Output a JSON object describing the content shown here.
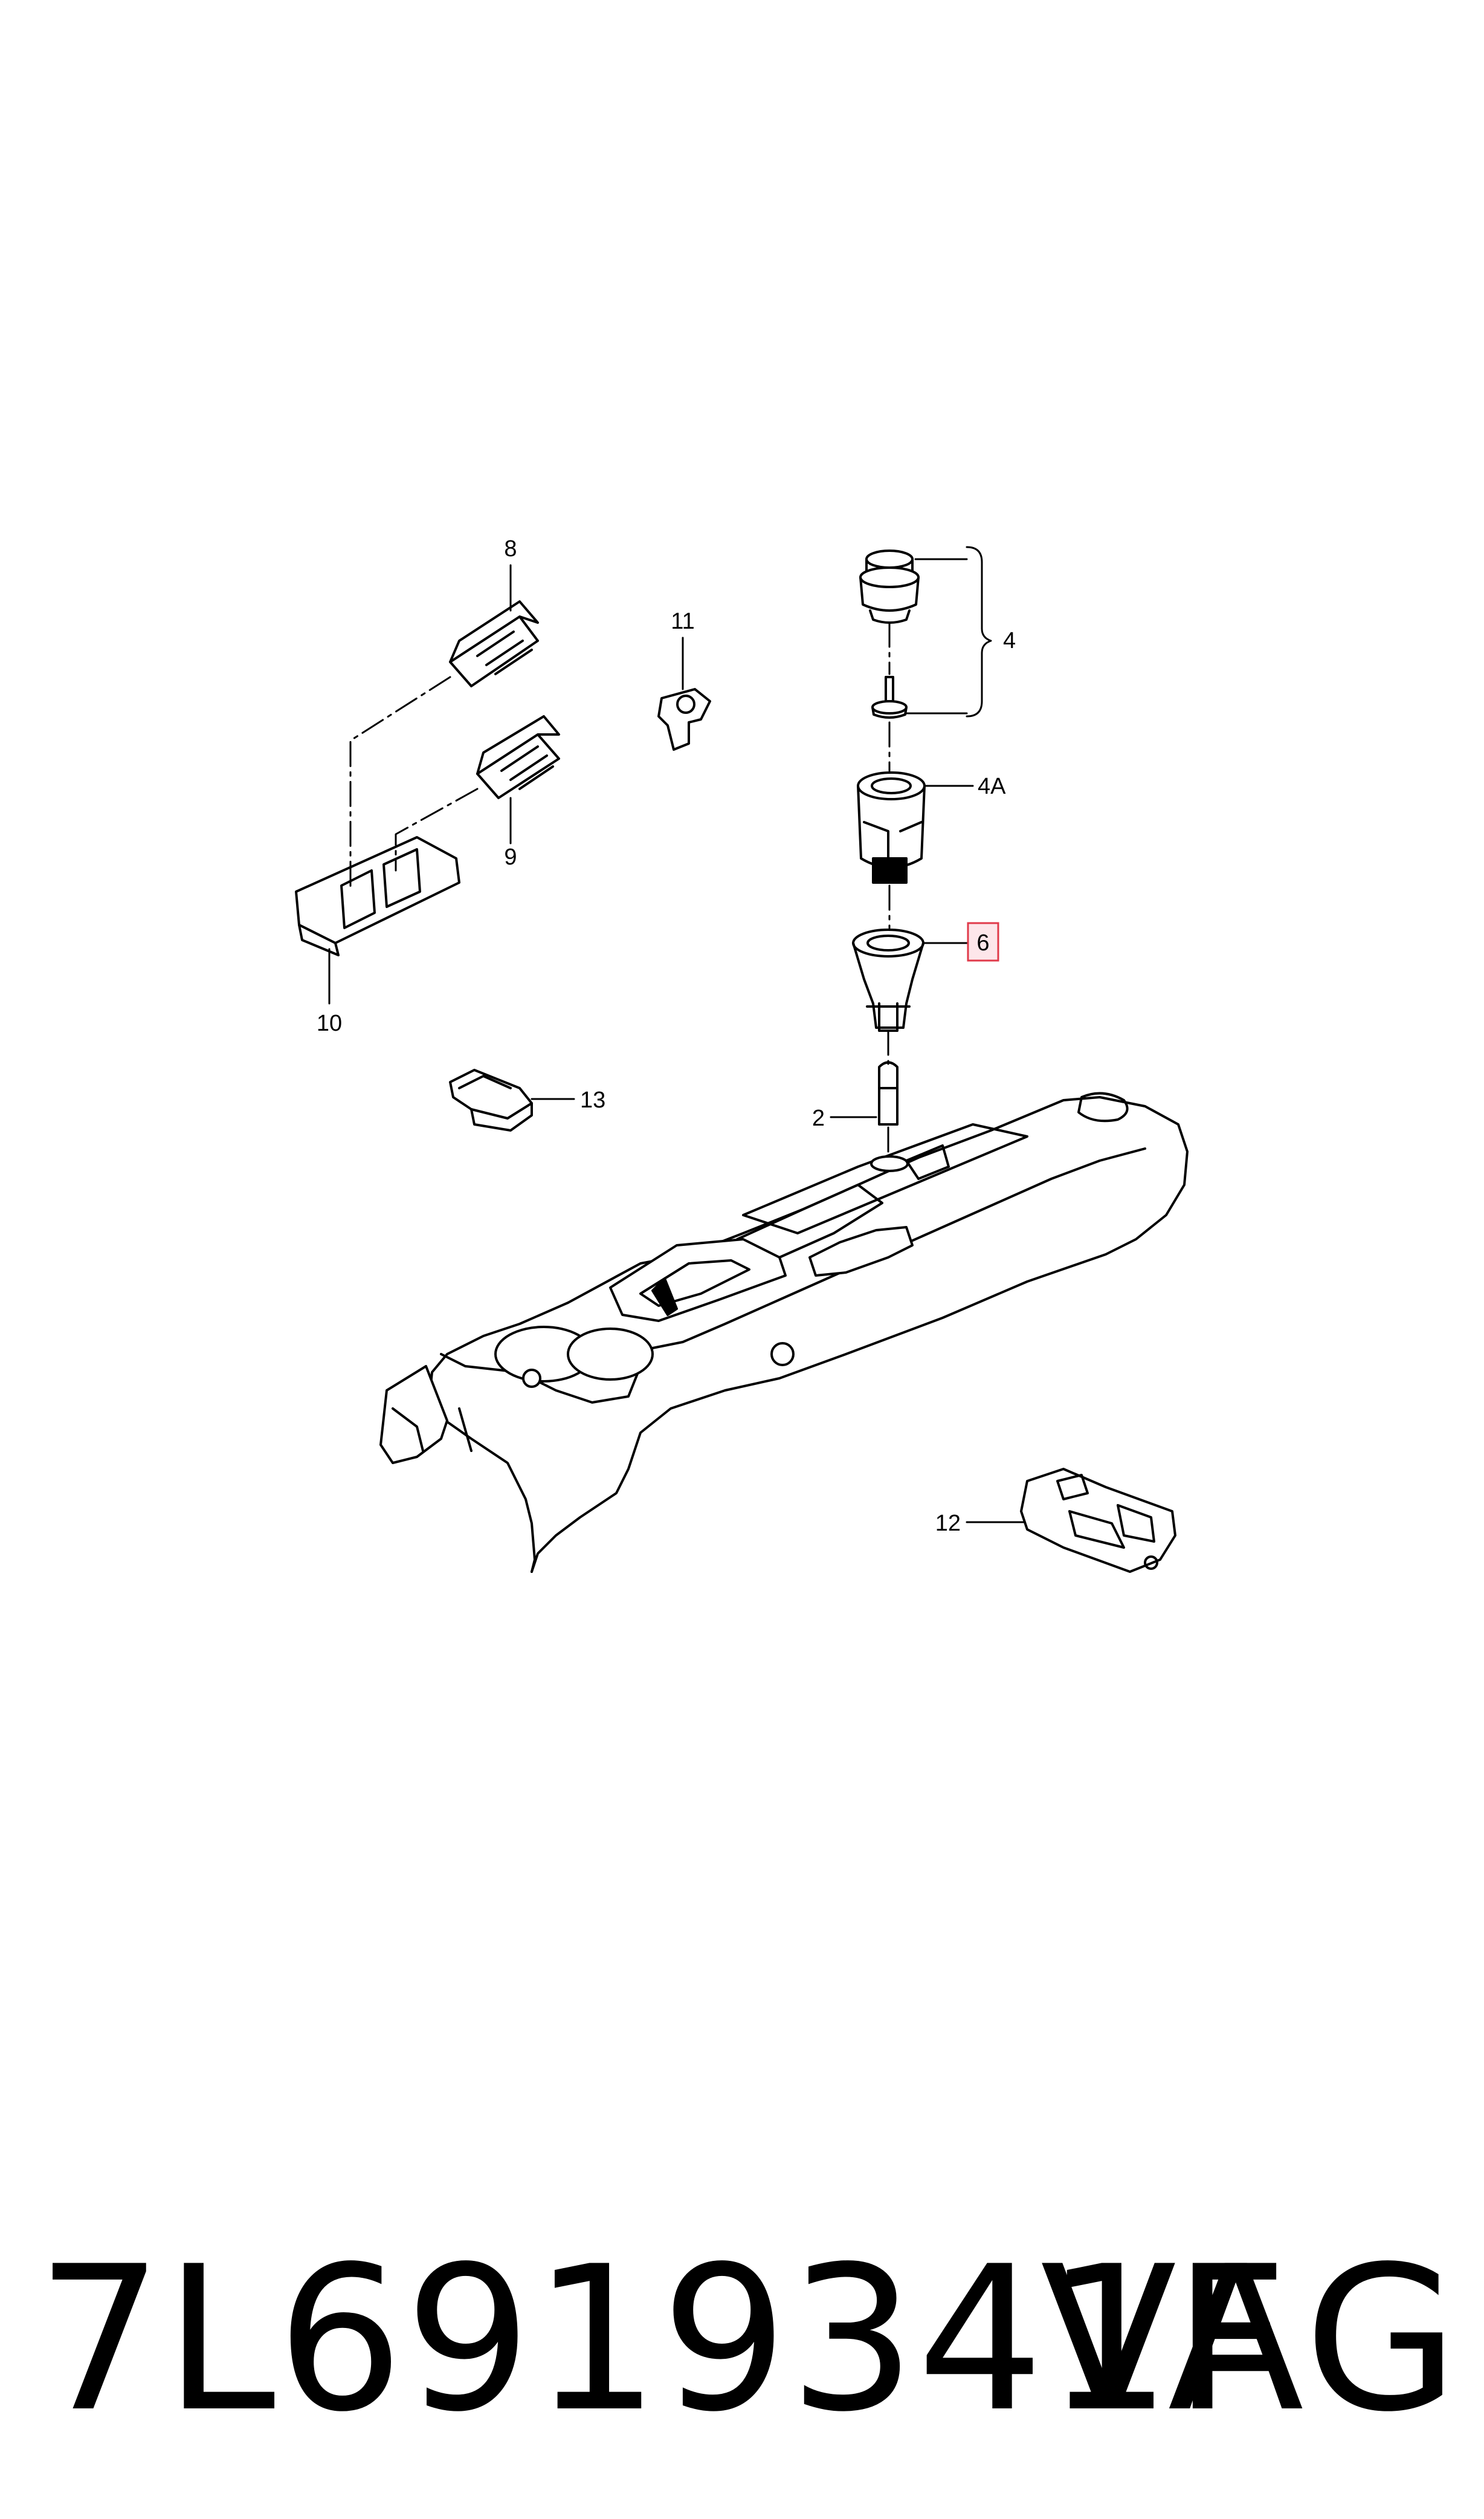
{
  "callouts": {
    "c8": "8",
    "c11": "11",
    "c4": "4",
    "c4a": "4A",
    "c9": "9",
    "c6": "6",
    "c10": "10",
    "c13": "13",
    "c2": "2",
    "c12": "12"
  },
  "highlight_color": "#e03a4a",
  "highlight_fill": "#fde6ea",
  "footer": {
    "part_number": "7L6919341F",
    "brand": "VAG"
  }
}
